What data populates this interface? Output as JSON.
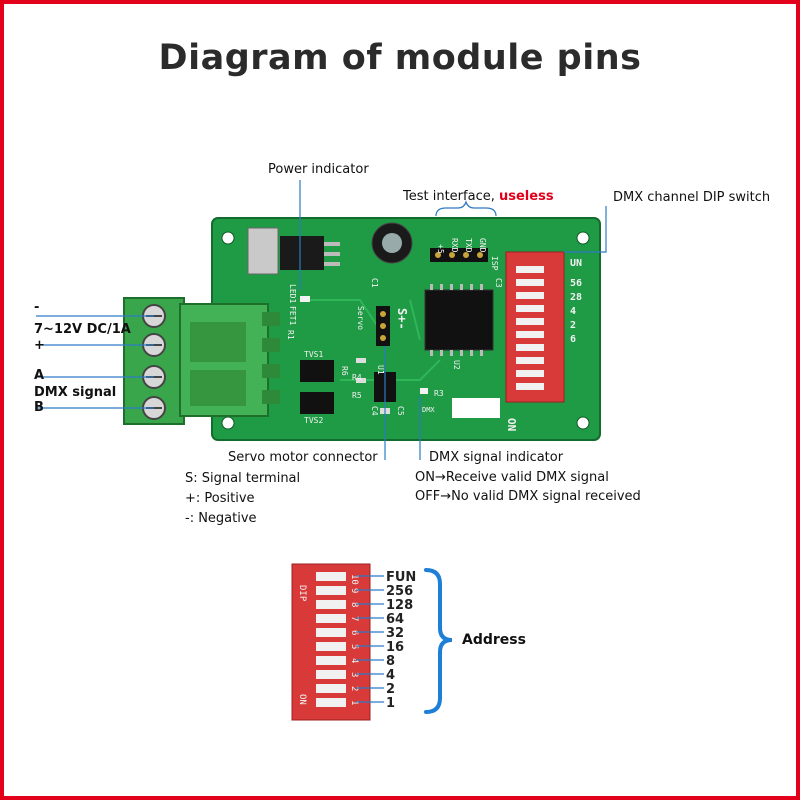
{
  "title": "Diagram of module pins",
  "labels": {
    "power_indicator": "Power indicator",
    "test_interface": "Test interface,",
    "test_interface_note": "useless",
    "dip_switch": "DMX channel DIP switch",
    "power_minus": "-",
    "power_voltage": "7~12V DC/1A",
    "power_plus": "+",
    "dmx_a": "A",
    "dmx_signal": "DMX signal",
    "dmx_b": "B",
    "servo_connector": "Servo motor connector",
    "servo_s": "S:  Signal terminal",
    "servo_plus": "+:  Positive",
    "servo_minus": "-:  Negative",
    "dmx_indicator": "DMX signal indicator",
    "dmx_on": "ON→Receive valid DMX signal",
    "dmx_off": "OFF→No valid DMX signal received",
    "address": "Address"
  },
  "pcb": {
    "isp_pins": [
      "+5",
      "RXD",
      "TXD",
      "GND"
    ],
    "isp_label": "ISP",
    "servo_label": "Servo",
    "servo_pins": "S+-",
    "dip_side_labels": [
      "UN",
      "56",
      "28",
      "4",
      "2",
      "6"
    ],
    "silk": [
      "LED1",
      "FET1",
      "R1",
      "C1",
      "C3",
      "U2",
      "U1",
      "TVS1",
      "TVS2",
      "R6",
      "R4",
      "R5",
      "C4",
      "C5",
      "R3",
      "DMX",
      "ON"
    ]
  },
  "address_table": {
    "rows": [
      {
        "switch": "10",
        "value": "FUN"
      },
      {
        "switch": "9",
        "value": "256"
      },
      {
        "switch": "8",
        "value": "128"
      },
      {
        "switch": "7",
        "value": "64"
      },
      {
        "switch": "6",
        "value": "32"
      },
      {
        "switch": "5",
        "value": "16"
      },
      {
        "switch": "4",
        "value": "8"
      },
      {
        "switch": "3",
        "value": "4"
      },
      {
        "switch": "2",
        "value": "2"
      },
      {
        "switch": "1",
        "value": "1"
      }
    ],
    "dip_label": "DIP",
    "on_label": "ON"
  },
  "colors": {
    "frame": "#e3001b",
    "pcb": "#1f9a45",
    "terminal": "#3aa64c",
    "dip": "#d83a3a",
    "bracket": "#1e7fd6",
    "useless": "#e3001b"
  }
}
